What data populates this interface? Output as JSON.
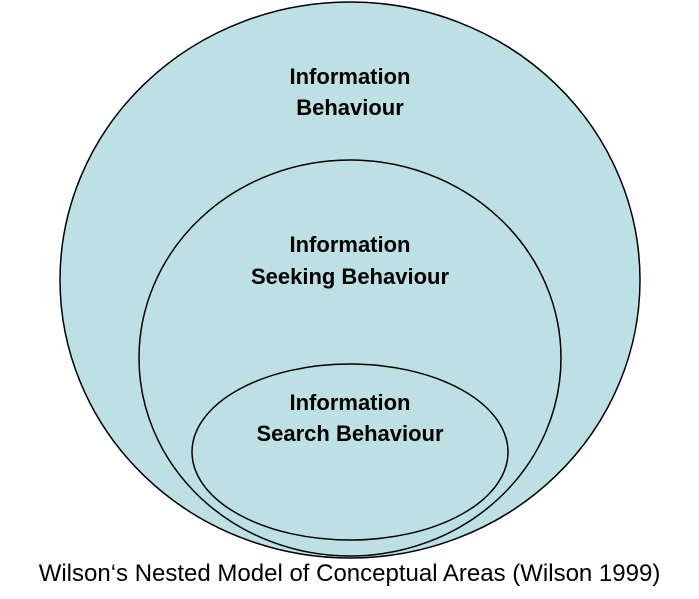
{
  "diagram": {
    "fill_color": "#bce0e3",
    "stroke_color": "#000000",
    "levels": [
      {
        "line1": "Information",
        "line2": "Behaviour"
      },
      {
        "line1": "Information",
        "line2": "Seeking Behaviour"
      },
      {
        "line1": "Information",
        "line2": "Search Behaviour"
      }
    ]
  },
  "caption": "Wilson‘s Nested Model of Conceptual Areas (Wilson 1999)"
}
